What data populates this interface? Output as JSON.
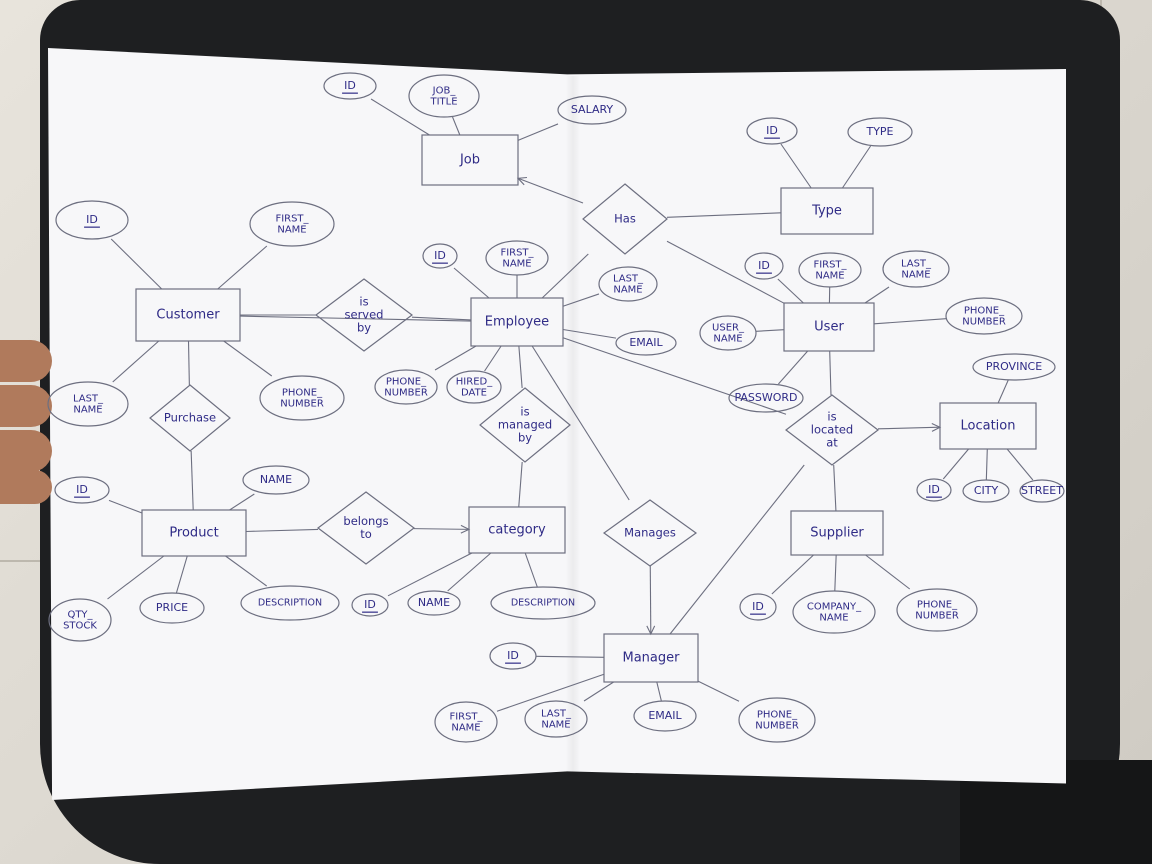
{
  "entities": [
    {
      "id": "job",
      "label": "Job"
    },
    {
      "id": "type",
      "label": "Type"
    },
    {
      "id": "customer",
      "label": "Customer"
    },
    {
      "id": "employee",
      "label": "Employee"
    },
    {
      "id": "user",
      "label": "User"
    },
    {
      "id": "location",
      "label": "Location"
    },
    {
      "id": "product",
      "label": "Product"
    },
    {
      "id": "category",
      "label": "category"
    },
    {
      "id": "supplier",
      "label": "Supplier"
    },
    {
      "id": "manager",
      "label": "Manager"
    }
  ],
  "relationships": [
    {
      "id": "has",
      "lines": [
        "Has"
      ]
    },
    {
      "id": "is-served-by",
      "lines": [
        "is",
        "served",
        "by"
      ]
    },
    {
      "id": "purchase",
      "lines": [
        "Purchase"
      ]
    },
    {
      "id": "is-managed-by",
      "lines": [
        "is",
        "managed",
        "by"
      ]
    },
    {
      "id": "is-located-at",
      "lines": [
        "is",
        "located",
        "at"
      ]
    },
    {
      "id": "belongs-to",
      "lines": [
        "belongs",
        "to"
      ]
    },
    {
      "id": "manages",
      "lines": [
        "Manages"
      ]
    }
  ],
  "attributes": [
    {
      "id": "job-id",
      "lines": [
        "ID"
      ],
      "key": true
    },
    {
      "id": "job-title",
      "lines": [
        "JOB_",
        "TITLE"
      ]
    },
    {
      "id": "job-salary",
      "lines": [
        "SALARY"
      ]
    },
    {
      "id": "type-id",
      "lines": [
        "ID"
      ],
      "key": true
    },
    {
      "id": "type-type",
      "lines": [
        "TYPE"
      ]
    },
    {
      "id": "cust-id",
      "lines": [
        "ID"
      ],
      "key": true
    },
    {
      "id": "cust-first",
      "lines": [
        "FIRST_",
        "NAME"
      ]
    },
    {
      "id": "cust-last",
      "lines": [
        "LAST_",
        "NAME"
      ]
    },
    {
      "id": "cust-phone",
      "lines": [
        "PHONE_",
        "NUMBER"
      ]
    },
    {
      "id": "emp-id",
      "lines": [
        "ID"
      ],
      "key": true
    },
    {
      "id": "emp-first",
      "lines": [
        "FIRST_",
        "NAME"
      ]
    },
    {
      "id": "emp-last",
      "lines": [
        "LAST_",
        "NAME"
      ]
    },
    {
      "id": "emp-email",
      "lines": [
        "EMAIL"
      ]
    },
    {
      "id": "emp-phone",
      "lines": [
        "PHONE_",
        "NUMBER"
      ]
    },
    {
      "id": "emp-hired",
      "lines": [
        "HIRED_",
        "DATE"
      ]
    },
    {
      "id": "user-id",
      "lines": [
        "ID"
      ],
      "key": true
    },
    {
      "id": "user-first",
      "lines": [
        "FIRST_",
        "NAME"
      ]
    },
    {
      "id": "user-last",
      "lines": [
        "LAST_",
        "NAME"
      ]
    },
    {
      "id": "user-phone",
      "lines": [
        "PHONE_",
        "NUMBER"
      ]
    },
    {
      "id": "user-username",
      "lines": [
        "USER_",
        "NAME"
      ]
    },
    {
      "id": "user-password",
      "lines": [
        "PASSWORD"
      ]
    },
    {
      "id": "loc-province",
      "lines": [
        "PROVINCE"
      ]
    },
    {
      "id": "loc-id",
      "lines": [
        "ID"
      ],
      "key": true
    },
    {
      "id": "loc-city",
      "lines": [
        "CITY"
      ]
    },
    {
      "id": "loc-street",
      "lines": [
        "STREET"
      ]
    },
    {
      "id": "prod-id",
      "lines": [
        "ID"
      ],
      "key": true
    },
    {
      "id": "prod-name",
      "lines": [
        "NAME"
      ]
    },
    {
      "id": "prod-qty",
      "lines": [
        "QTY_",
        "STOCK"
      ]
    },
    {
      "id": "prod-price",
      "lines": [
        "PRICE"
      ]
    },
    {
      "id": "prod-desc",
      "lines": [
        "DESCRIPTION"
      ]
    },
    {
      "id": "cat-id",
      "lines": [
        "ID"
      ],
      "key": true
    },
    {
      "id": "cat-name",
      "lines": [
        "NAME"
      ]
    },
    {
      "id": "cat-desc",
      "lines": [
        "DESCRIPTION"
      ]
    },
    {
      "id": "sup-id",
      "lines": [
        "ID"
      ],
      "key": true
    },
    {
      "id": "sup-company",
      "lines": [
        "COMPANY_",
        "NAME"
      ]
    },
    {
      "id": "sup-phone",
      "lines": [
        "PHONE_",
        "NUMBER"
      ]
    },
    {
      "id": "mgr-id",
      "lines": [
        "ID"
      ],
      "key": true
    },
    {
      "id": "mgr-first",
      "lines": [
        "FIRST_",
        "NAME"
      ]
    },
    {
      "id": "mgr-last",
      "lines": [
        "LAST_",
        "NAME"
      ]
    },
    {
      "id": "mgr-email",
      "lines": [
        "EMAIL"
      ]
    },
    {
      "id": "mgr-phone",
      "lines": [
        "PHONE_",
        "NUMBER"
      ]
    }
  ]
}
